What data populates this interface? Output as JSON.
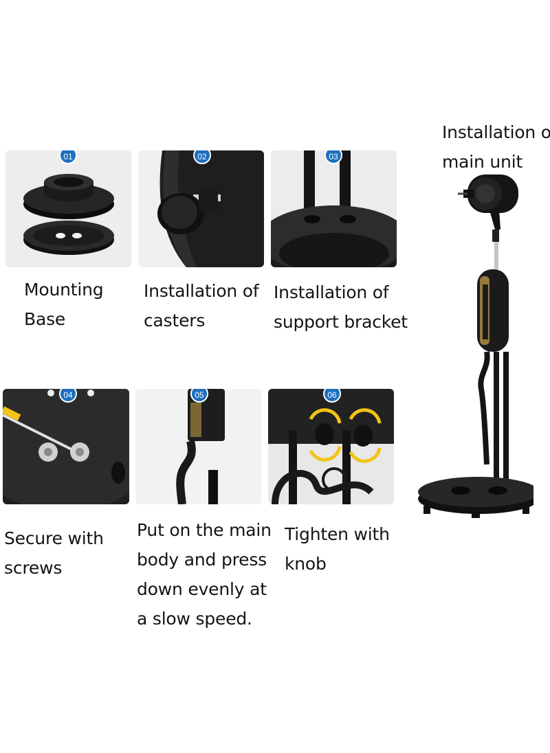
{
  "steps": [
    {
      "number": "01",
      "caption": [
        "Mounting",
        "Base"
      ]
    },
    {
      "number": "02",
      "caption": [
        "Installation of",
        "casters"
      ]
    },
    {
      "number": "03",
      "caption": [
        "Installation of",
        "support bracket"
      ]
    },
    {
      "number": "04",
      "caption": [
        "Secure with",
        "screws"
      ]
    },
    {
      "number": "05",
      "caption": [
        "Put on the main",
        "body and press",
        "down evenly at",
        "a slow speed."
      ]
    },
    {
      "number": "06",
      "caption": [
        "Tighten with",
        "knob"
      ]
    }
  ],
  "main_unit": {
    "caption": [
      "Installation of",
      "main unit"
    ]
  },
  "colors": {
    "badge": "#1e6fc0",
    "product": "#1a1a1a",
    "accent_gold": "#c9a24a",
    "panel_bg": "#ececec",
    "arrow_yellow": "#f2c418"
  }
}
